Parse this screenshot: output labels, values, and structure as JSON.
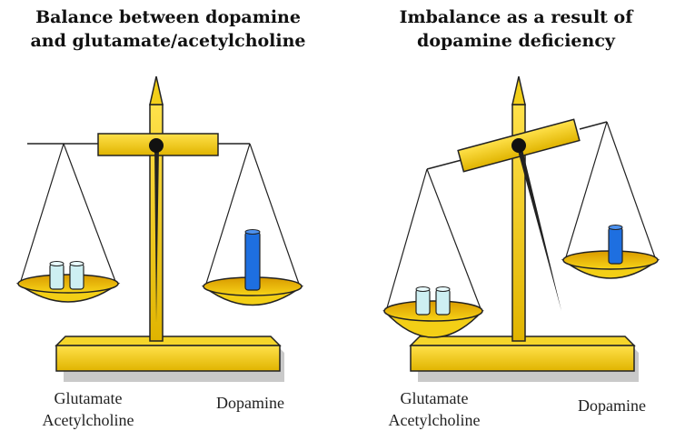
{
  "left_panel": {
    "title_line1": "Balance between dopamine",
    "title_line2": "and glutamate/acetylcholine",
    "label_left_line1": "Glutamate",
    "label_left_line2": "Acetylcholine",
    "label_right": "Dopamine"
  },
  "right_panel": {
    "title_line1": "Imbalance as a result of",
    "title_line2": "dopamine deficiency",
    "label_left_line1": "Glutamate",
    "label_left_line2": "Acetylcholine",
    "label_right": "Dopamine"
  },
  "colors": {
    "gold": "#f2cf1a",
    "gold_dark": "#b8860b",
    "glutamate_vial": "#cdeff2",
    "dopamine_vial": "#1e6fe0",
    "shadow": "#c9c9c9"
  }
}
